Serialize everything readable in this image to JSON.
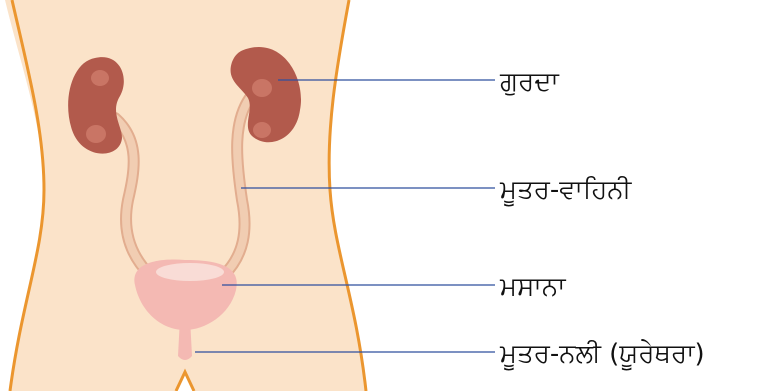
{
  "labels": {
    "kidney": "ਗੁਰਦਾ",
    "ureter": "ਮੂਤਰ-ਵਾਹਿਨੀ",
    "bladder": "ਮਸਾਨਾ",
    "urethra": "ਮੂਤਰ-ਨਲੀ (ਯੂਰੇਥਰਾ)"
  },
  "colors": {
    "skin": "#fbe3c9",
    "body_outline": "#eb962f",
    "kidney": "#b25a4c",
    "kidney_highlight": "#c97565",
    "ureter": "#f1cdb2",
    "ureter_edge": "#e2ad8f",
    "bladder": "#f4b9b3",
    "bladder_highlight": "#f9dcd6",
    "leader_line": "#2f4f9e"
  }
}
